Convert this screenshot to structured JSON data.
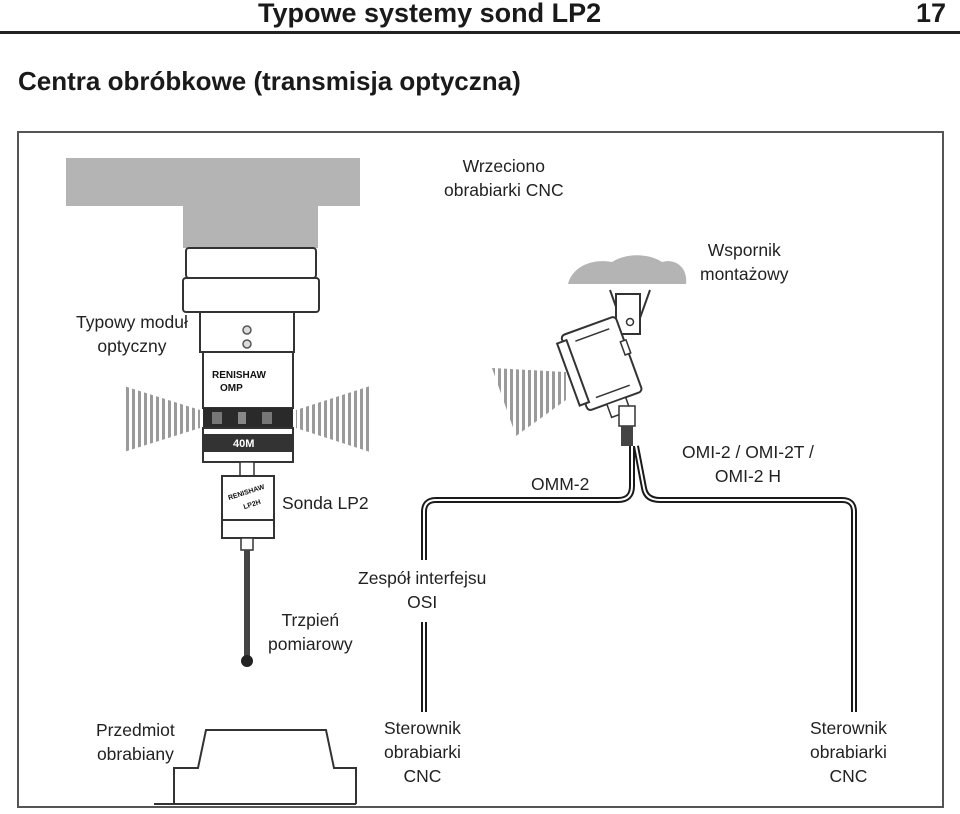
{
  "header": {
    "title": "Typowe systemy sond LP2",
    "page_number": "17"
  },
  "section": {
    "title": "Centra obróbkowe (transmisja optyczna)"
  },
  "diagram": {
    "labels": {
      "spindle_line1": "Wrzeciono",
      "spindle_line2": "obrabiarki CNC",
      "bracket_line1": "Wspornik",
      "bracket_line2": "montażowy",
      "module_line1": "Typowy moduł",
      "module_line2": "optyczny",
      "probe": "Sonda LP2",
      "omm": "OMM-2",
      "omi_line1": "OMI-2 / OMI-2T /",
      "omi_line2": "OMI-2 H",
      "osi_line1": "Zespół interfejsu",
      "osi_line2": "OSI",
      "stylus_line1": "Trzpień",
      "stylus_line2": "pomiarowy",
      "workpiece_line1": "Przedmiot",
      "workpiece_line2": "obrabiany",
      "controller1_line1": "Sterownik",
      "controller1_line2": "obrabiarki",
      "controller1_line3": "CNC",
      "controller2_line1": "Sterownik",
      "controller2_line2": "obrabiarki",
      "controller2_line3": "CNC"
    },
    "device_text": {
      "omp_brand": "RENISHAW",
      "omp_model": "OMP",
      "omp_size": "40M",
      "lp2_brand": "RENISHAW",
      "lp2_model": "LP2H"
    }
  }
}
